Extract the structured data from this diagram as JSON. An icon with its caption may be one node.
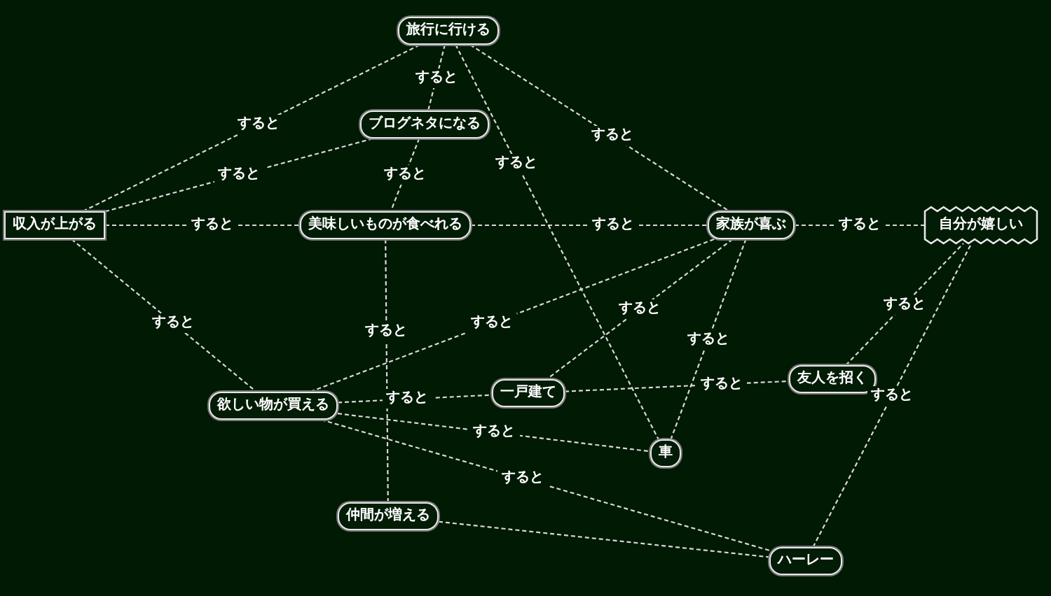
{
  "diagram": {
    "nodes": [
      {
        "text": [
          "旅行に行ける"
        ]
      },
      {
        "text": [
          "ブログネタになる"
        ]
      },
      {
        "text": [
          "収入が上がる"
        ]
      },
      {
        "text": [
          "美味しいものが食べれる"
        ]
      },
      {
        "text": [
          "家族が喜ぶ"
        ]
      },
      {
        "text": [
          "自分が嬉しい"
        ]
      },
      {
        "text": [
          "欲しい物が買える"
        ]
      },
      {
        "text": [
          "一戸建て"
        ]
      },
      {
        "text": [
          "友人を招く"
        ]
      },
      {
        "text": [
          "車"
        ]
      },
      {
        "text": [
          "仲間が増える"
        ]
      },
      {
        "text": [
          "ハーレー"
        ]
      }
    ],
    "edges": [
      {
        "from": 2,
        "to": 0,
        "arrow": "none",
        "label": "すると",
        "style": "dashed"
      },
      {
        "from": 2,
        "to": 1,
        "arrow": "none",
        "label": "すると",
        "style": "dashed"
      },
      {
        "from": 2,
        "to": 3,
        "arrow": "none",
        "label": "すると",
        "style": "dashed"
      },
      {
        "from": 2,
        "to": 6,
        "arrow": "none",
        "label": "すると",
        "style": "dashed"
      },
      {
        "from": 0,
        "to": 1,
        "arrow": "none",
        "label": "すると",
        "style": "dashed"
      },
      {
        "from": 0,
        "to": 9,
        "arrow": "none",
        "label": "すると",
        "style": "dashed"
      },
      {
        "from": 0,
        "to": 4,
        "arrow": "none",
        "label": "すると",
        "style": "dashed"
      },
      {
        "from": 1,
        "to": 3,
        "arrow": "none",
        "label": "すると",
        "style": "dashed"
      },
      {
        "from": 3,
        "to": 4,
        "arrow": "none",
        "label": "すると",
        "style": "dashed"
      },
      {
        "from": 3,
        "to": 10,
        "arrow": "none",
        "label": "すると",
        "style": "dashed"
      },
      {
        "from": 4,
        "to": 5,
        "arrow": "none",
        "label": "すると",
        "style": "dashed"
      },
      {
        "from": 4,
        "to": 6,
        "arrow": "none",
        "label": "すると",
        "style": "dashed"
      },
      {
        "from": 4,
        "to": 7,
        "arrow": "none",
        "label": "すると",
        "style": "dashed"
      },
      {
        "from": 4,
        "to": 9,
        "arrow": "none",
        "label": "すると",
        "style": "dashed"
      },
      {
        "from": 6,
        "to": 7,
        "arrow": "none",
        "label": "すると",
        "style": "dashed"
      },
      {
        "from": 6,
        "to": 9,
        "arrow": "none",
        "label": "すると",
        "style": "dashed"
      },
      {
        "from": 6,
        "to": 11,
        "arrow": "none",
        "label": "すると",
        "style": "dashed"
      },
      {
        "from": 7,
        "to": 8,
        "arrow": "none",
        "label": "すると",
        "style": "dashed"
      },
      {
        "from": 8,
        "to": 5,
        "arrow": "none",
        "label": "すると",
        "style": "dashed"
      },
      {
        "from": 11,
        "to": 5,
        "arrow": "none",
        "label": "すると",
        "style": "dashed"
      },
      {
        "from": 10,
        "to": 11,
        "arrow": "none",
        "style": "dashed"
      }
    ]
  }
}
